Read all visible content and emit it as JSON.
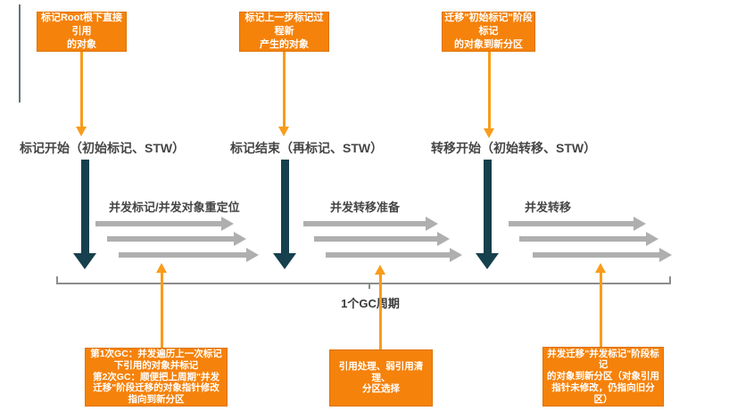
{
  "colors": {
    "callout_fill": "#F5820B",
    "callout_border": "#DE7200",
    "connector_orange": "#F99C1B",
    "stw_arrow": "#16404E",
    "concurrent_arrow": "#AFAFAF",
    "label_text": "#454545",
    "bracket": "#8C8C8C"
  },
  "top_callouts": [
    {
      "text": "标记Root根下直接引用\n的对象"
    },
    {
      "text": "标记上一步标记过程新\n产生的对象"
    },
    {
      "text": "迁移\"初始标记\"阶段标记\n的对象到新分区"
    }
  ],
  "timeline_labels": [
    {
      "text": "标记开始（初始标记、STW）"
    },
    {
      "text": "标记结束（再标记、STW）"
    },
    {
      "text": "转移开始（初始转移、STW）"
    }
  ],
  "phases": [
    {
      "label": "并发标记/并发对象重定位"
    },
    {
      "label": "并发转移准备"
    },
    {
      "label": "并发转移"
    }
  ],
  "cycle_label": "1个GC周期",
  "bottom_callouts": [
    {
      "text": "第1次GC：并发遍历上一次标记\n下引用的对象并标记\n第2次GC：顺便把上周期\"并发\n迁移\"阶段迁移的对象指针修改\n指向到新分区"
    },
    {
      "text": "引用处理、弱引用清理、\n分区选择"
    },
    {
      "text": "并发迁移\"并发标记\"阶段标记\n的对象到新分区（对象引用\n指针未修改，仍指向旧分\n区）"
    }
  ]
}
